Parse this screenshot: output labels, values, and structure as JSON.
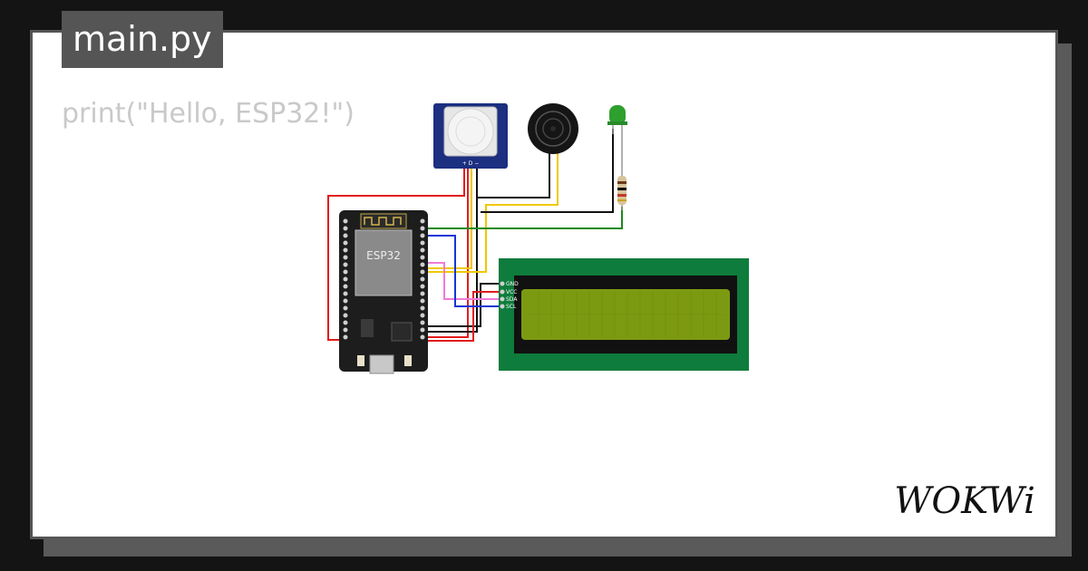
{
  "editor": {
    "filename": "main.py",
    "code_line": "print(\"Hello, ESP32!\")"
  },
  "board": {
    "chip_label": "ESP32"
  },
  "pir": {
    "pin_labels": "+ D −"
  },
  "lcd": {
    "pins": [
      "GND",
      "VCC",
      "SDA",
      "SCL"
    ]
  },
  "brand": {
    "name": "WOKWi"
  },
  "colors": {
    "board": "#1d1d1d",
    "lcd_pcb": "#0e7c3c",
    "lcd_screen": "#7c9a11",
    "pir_pcb": "#1c2f80",
    "wire_red": "#e11d1d",
    "wire_black": "#111111",
    "wire_yellow": "#f0c800",
    "wire_green": "#1a8a1a",
    "wire_blue": "#1536d6",
    "wire_pink": "#f07bd8",
    "led": "#2ea02e"
  }
}
